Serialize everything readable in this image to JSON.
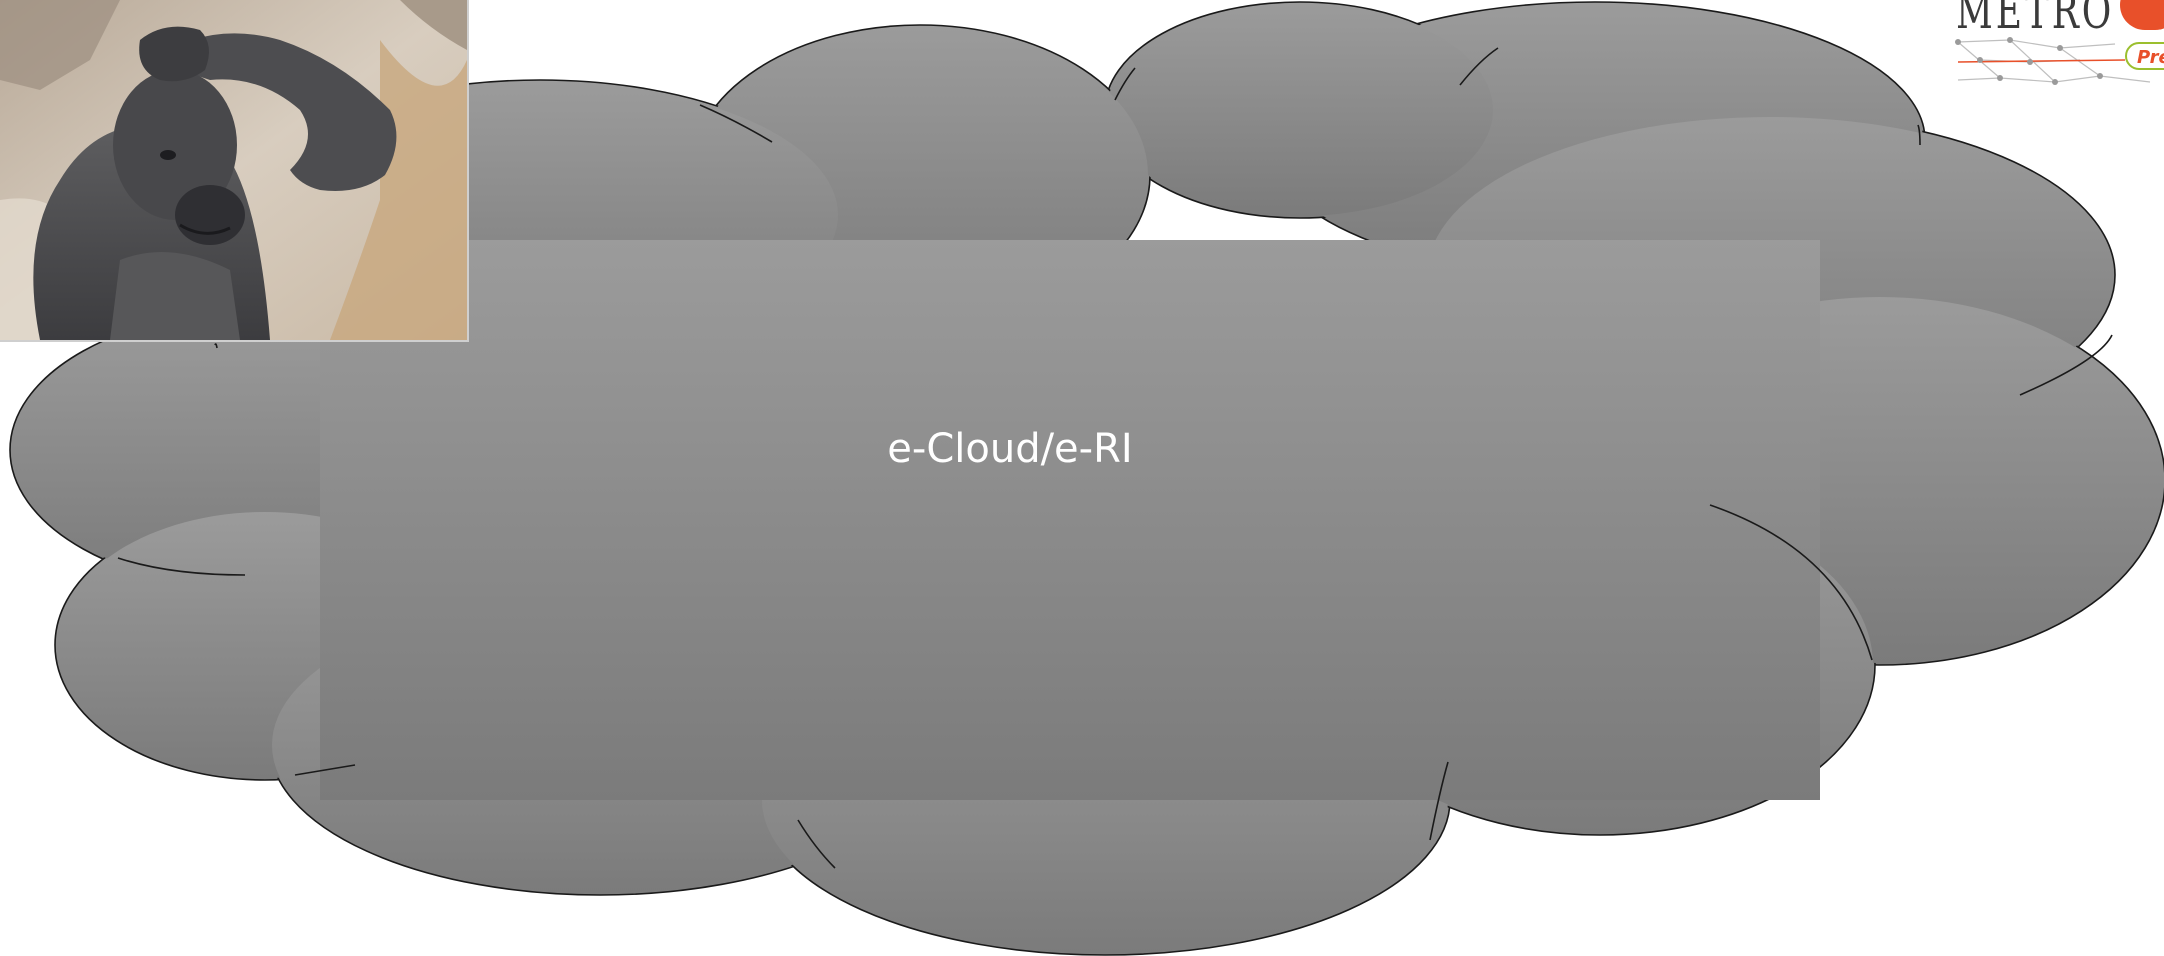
{
  "cloud": {
    "label": "e-Cloud/e-RI",
    "fill_top": "#9a9a9a",
    "fill_bottom": "#7d7d7d",
    "outline": "#1a1a1a"
  },
  "photo": {
    "subject": "gorilla scratching head"
  },
  "logo": {
    "wordmark": "METRO",
    "tagline": "Prep",
    "accent": "#e8502a",
    "tag_border": "#9bbf2e"
  }
}
